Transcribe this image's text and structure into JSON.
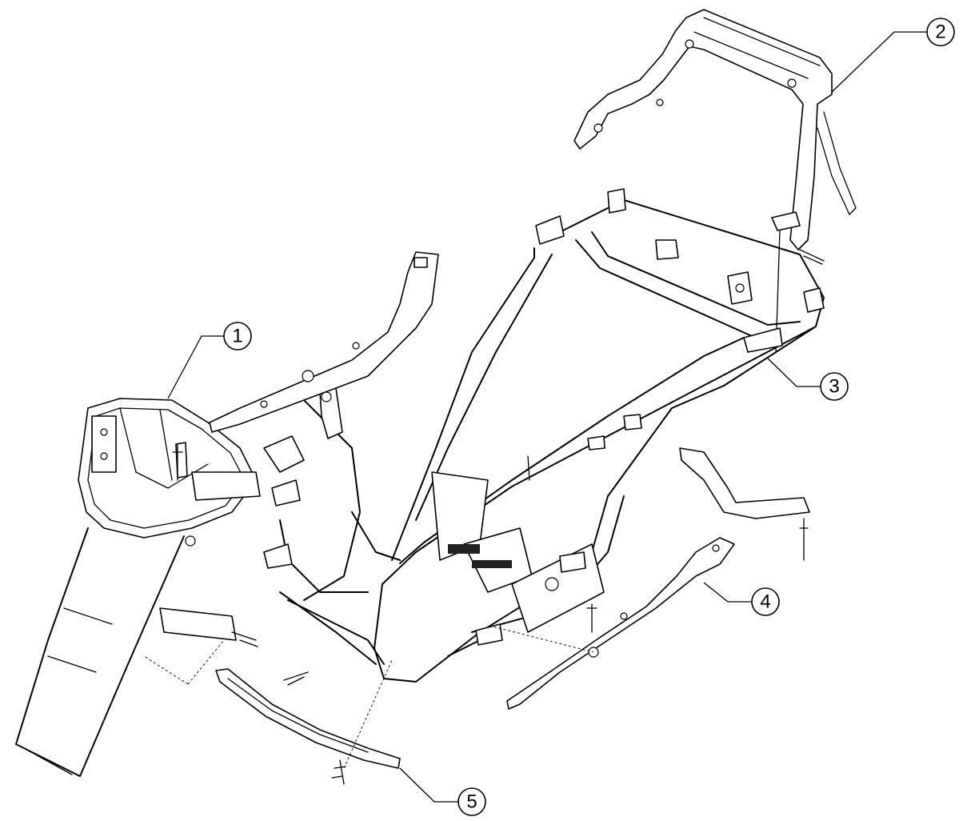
{
  "diagram": {
    "type": "exploded-parts-view",
    "callouts": [
      {
        "id": "callout-1",
        "label": "1"
      },
      {
        "id": "callout-2",
        "label": "2"
      },
      {
        "id": "callout-3",
        "label": "3"
      },
      {
        "id": "callout-4",
        "label": "4"
      },
      {
        "id": "callout-5",
        "label": "5"
      }
    ],
    "colors": {
      "line": "#000000",
      "background": "#ffffff"
    }
  }
}
